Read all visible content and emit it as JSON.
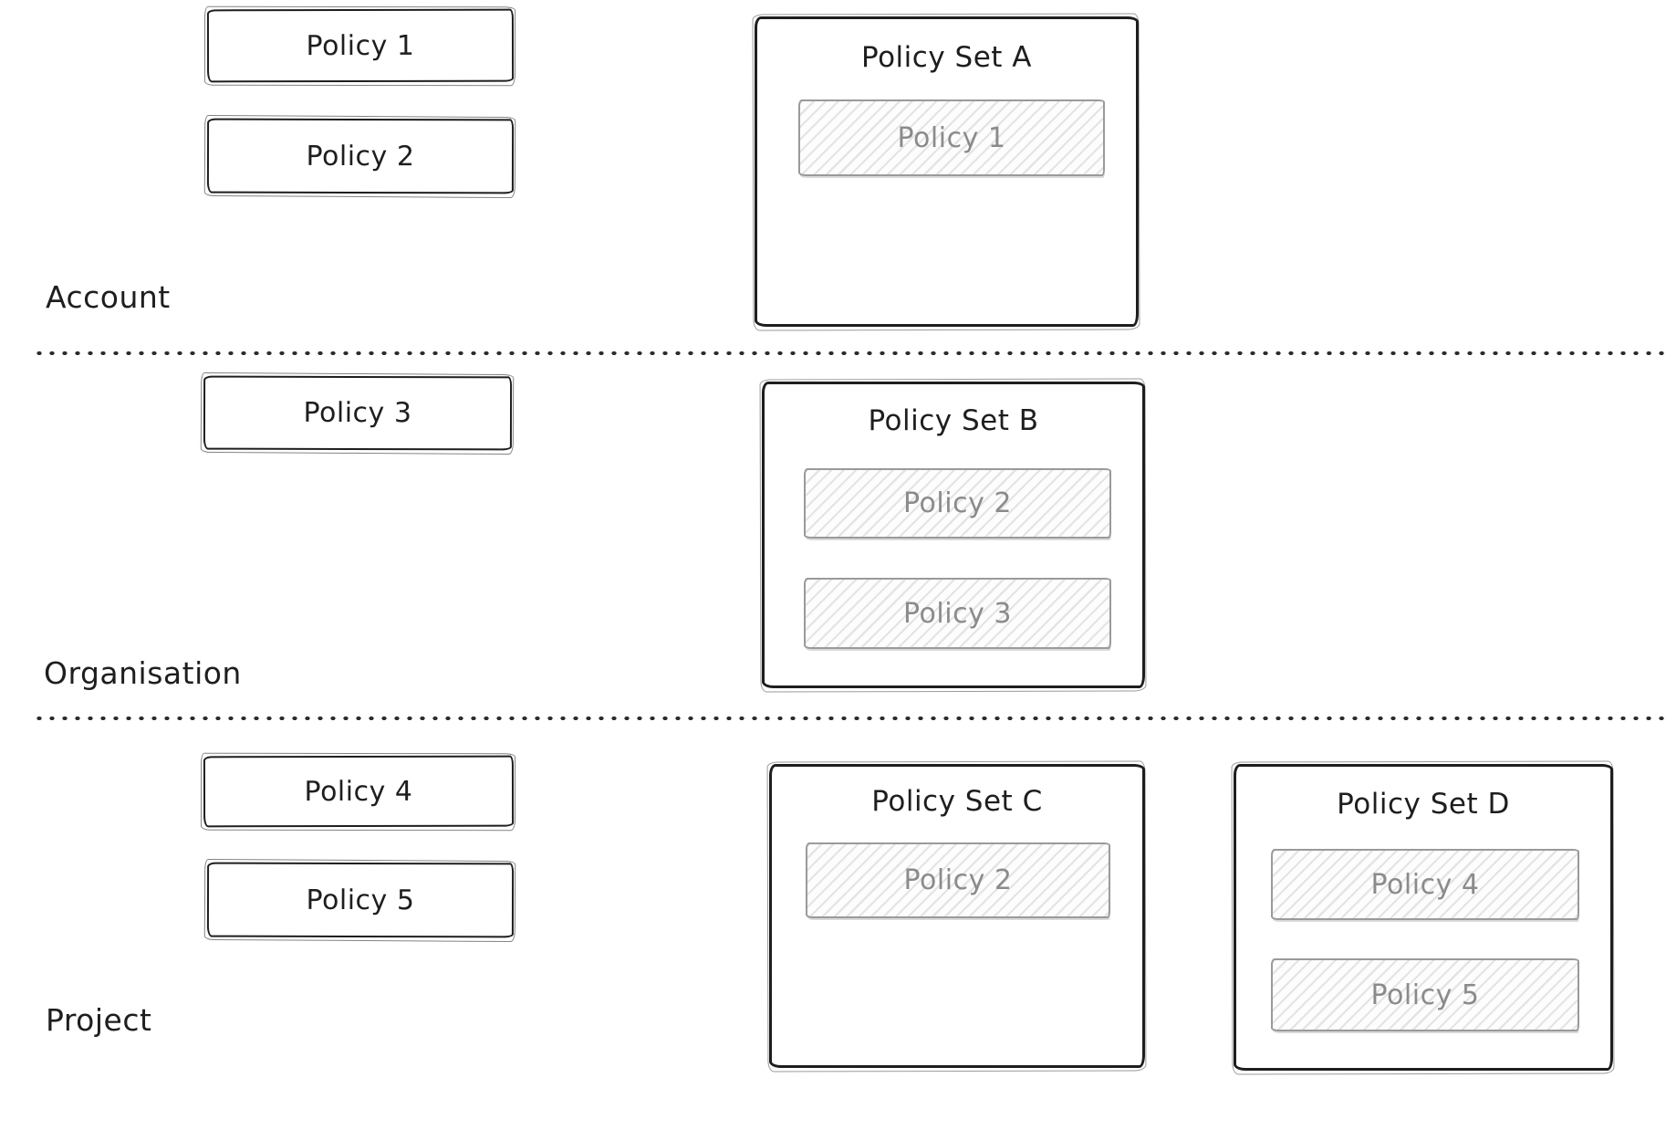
{
  "colors": {
    "stroke": "#1e1e1e",
    "muted_stroke": "#9a9a9a",
    "muted_text": "#8b8b8b",
    "background": "#ffffff"
  },
  "tiers": [
    {
      "label": "Account",
      "policies": [
        "Policy 1",
        "Policy 2"
      ],
      "policy_sets": [
        {
          "title": "Policy Set A",
          "members": [
            "Policy 1"
          ]
        }
      ]
    },
    {
      "label": "Organisation",
      "policies": [
        "Policy 3"
      ],
      "policy_sets": [
        {
          "title": "Policy Set B",
          "members": [
            "Policy 2",
            "Policy 3"
          ]
        }
      ]
    },
    {
      "label": "Project",
      "policies": [
        "Policy 4",
        "Policy 5"
      ],
      "policy_sets": [
        {
          "title": "Policy Set C",
          "members": [
            "Policy 2"
          ]
        },
        {
          "title": "Policy Set D",
          "members": [
            "Policy 4",
            "Policy 5"
          ]
        }
      ]
    }
  ]
}
